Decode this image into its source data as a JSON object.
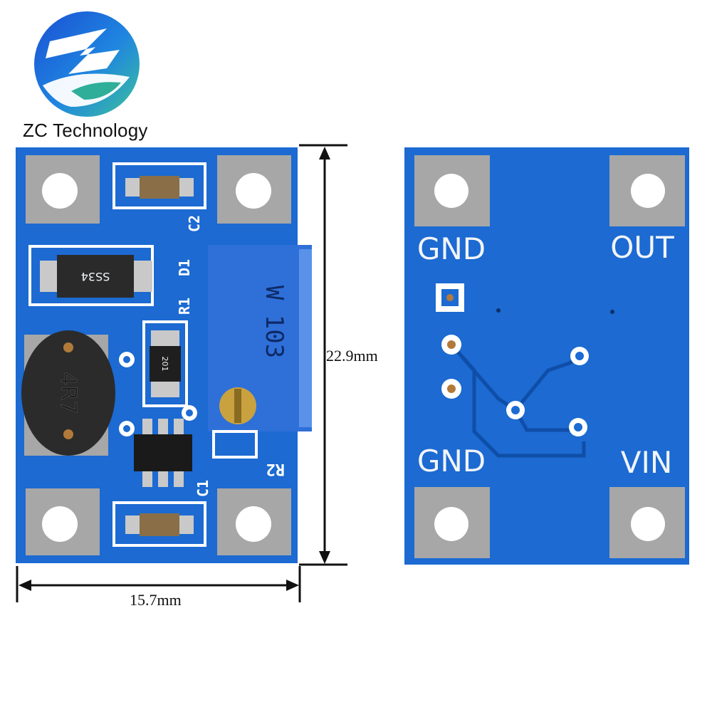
{
  "brand": {
    "name": "ZC Technology",
    "logo_letters_icon": "zc-logo-icon"
  },
  "dimensions": {
    "height": "22.9mm",
    "width": "15.7mm"
  },
  "front_board": {
    "designators": [
      "C2",
      "D1",
      "R1",
      "R2",
      "C1"
    ],
    "diode_marking": "SS34",
    "resistor_marking": "201",
    "potentiometer_marking": "W 103",
    "inductor_marking": "4R7"
  },
  "back_board": {
    "pad_labels": {
      "top_left": "GND",
      "top_right": "OUT",
      "bottom_left": "GND",
      "bottom_right": "VIN"
    }
  },
  "colors": {
    "pcb": "#1c6ad2",
    "pad": "#a8a8a8",
    "pot": "#2f6fd8",
    "logo_blue": "#1a5bd6",
    "logo_green": "#35b7a0"
  }
}
